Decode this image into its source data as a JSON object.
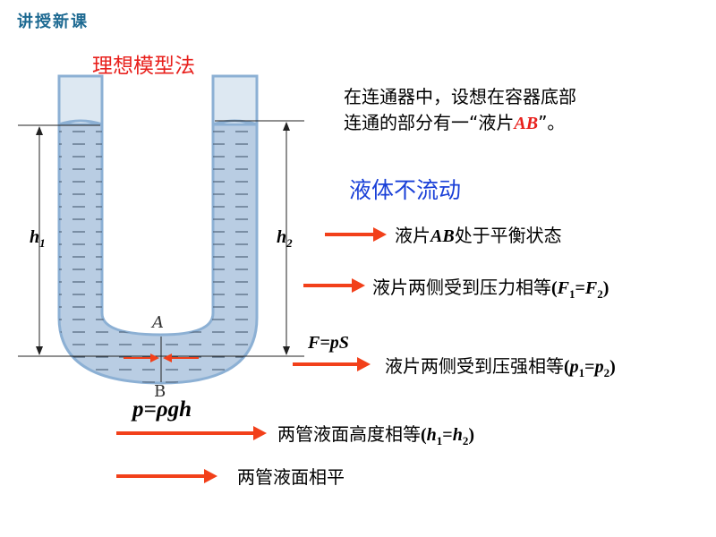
{
  "header": "讲授新课",
  "model_title": "理想模型法",
  "intro": {
    "line1": "在连通器中，设想在容器底部",
    "line2_prefix": "连通的部分有一“液片",
    "line2_ab": "AB",
    "line2_suffix": "”。"
  },
  "conclusion": "液体不流动",
  "diagram": {
    "h1": "h",
    "h1_sub": "1",
    "h2": "h",
    "h2_sub": "2",
    "label_a": "A",
    "label_b": "B",
    "force_formula": "F=pS",
    "pressure_formula": "p=ρgh"
  },
  "steps": [
    {
      "pre": "液片",
      "math": "AB",
      "post": "处于平衡状态"
    },
    {
      "pre": "液片两侧受到压力相等",
      "paren": "(",
      "v1": "F",
      "s1": "1",
      "eq": "=",
      "v2": "F",
      "s2": "2",
      "close": ")"
    },
    {
      "pre": "液片两侧受到压强相等",
      "paren": "(",
      "v1": "p",
      "s1": "1",
      "eq": "=",
      "v2": "p",
      "s2": "2",
      "close": ")"
    },
    {
      "pre": "两管液面高度相等",
      "paren": "(",
      "v1": "h",
      "s1": "1",
      "eq": "=",
      "v2": "h",
      "s2": "2",
      "close": ")"
    },
    {
      "pre": "两管液面相平"
    }
  ],
  "colors": {
    "arrow": "#f2401a",
    "water": "#b9cde3",
    "tube": "#8cb0d4",
    "header": "#1e6a92",
    "red": "#e8201c",
    "blue": "#1a40d8"
  }
}
